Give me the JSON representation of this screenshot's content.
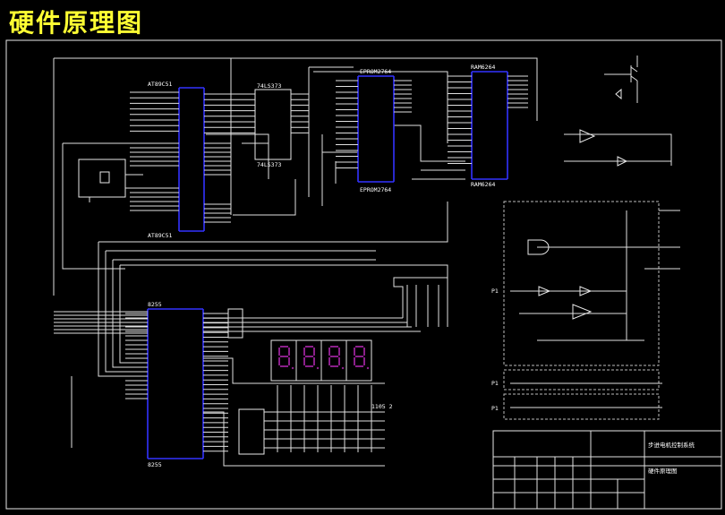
{
  "title": "硬件原理图",
  "labels": {
    "at89c51_top": "AT89C51",
    "at89c51_bottom": "AT89C51",
    "ls373_top": "74LS373",
    "ls373_bottom": "74LS373",
    "eprom_top": "EPROM2764",
    "eprom_bottom": "EPROM2764",
    "ram_top": "RAM6264",
    "ram_bottom": "RAM6264",
    "p8255_top": "8255",
    "p8255_bottom": "8255",
    "keypad": "1105 2",
    "pin_p1": "P1",
    "pin_p2": "P1",
    "pin_p3": "P1"
  },
  "titleblock": {
    "name_line1": "步进电机控制系统",
    "name_line2": "硬件原理图"
  },
  "display": {
    "digit_count": 4,
    "segment_color": "#8a1f8a"
  },
  "colors": {
    "title": "#ffff33",
    "chip_outline": "#3333ff",
    "wires": "#e0e0e0",
    "background": "#000000"
  }
}
